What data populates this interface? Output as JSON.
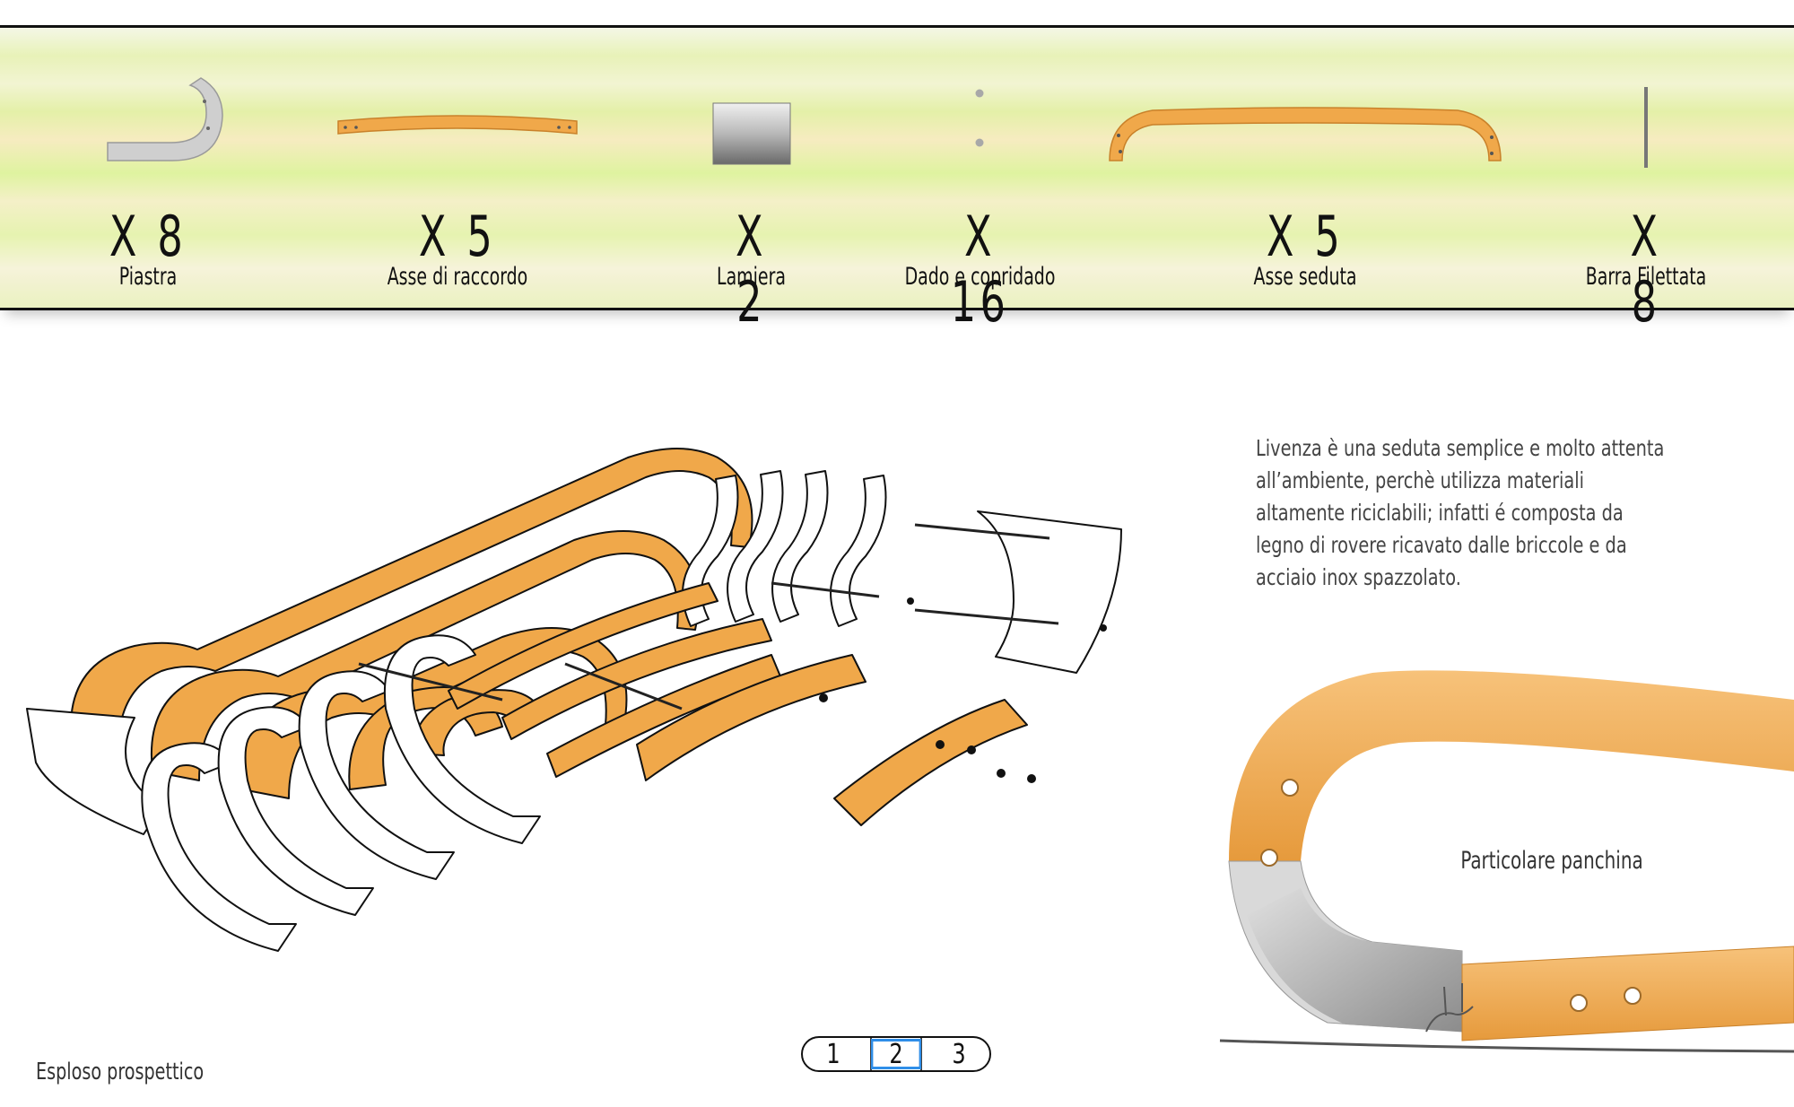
{
  "parts": [
    {
      "qty": "X 8",
      "name": "Piastra",
      "icon": "steel-plate-icon"
    },
    {
      "qty": "X 5",
      "name": "Asse di raccordo",
      "icon": "connecting-plank-icon"
    },
    {
      "qty": "X 2",
      "name": "Lamiera",
      "icon": "metal-sheet-icon"
    },
    {
      "qty": "X 16",
      "name": "Dado e copridado",
      "icon": "nut-icon"
    },
    {
      "qty": "X 5",
      "name": "Asse seduta",
      "icon": "seat-plank-icon"
    },
    {
      "qty": "X 8",
      "name": "Barra Filettata",
      "icon": "threaded-rod-icon"
    }
  ],
  "description": "Livenza è una seduta semplice e molto attenta all’ambiente, perchè utilizza materiali altamente riciclabili; infatti é composta da legno di rovere ricavato dalle briccole e da acciaio inox spazzolato.",
  "detail_label": "Particolare panchina",
  "caption": "Esploso prospettico",
  "pager": {
    "pages": [
      "1",
      "2",
      "3"
    ],
    "active": "2"
  },
  "colors": {
    "wood": "#f0a84a",
    "wood_edge": "#c9812a",
    "steel": "#d8d8d8",
    "accent": "#2f8ee8"
  }
}
